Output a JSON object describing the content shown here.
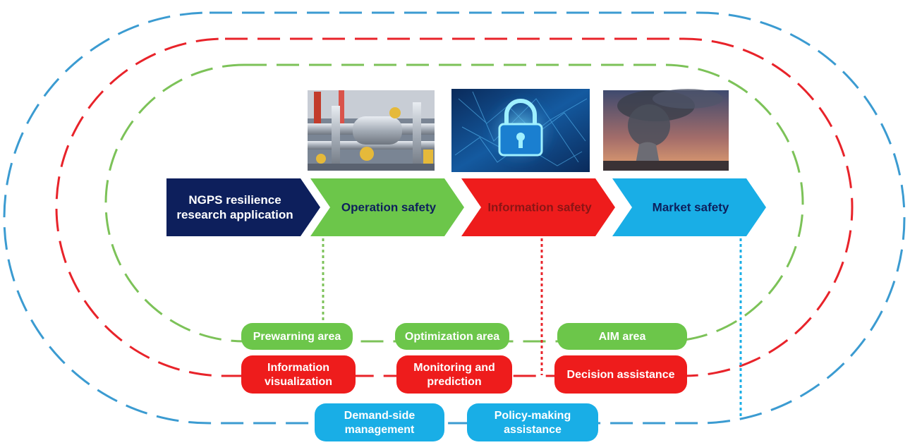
{
  "colors": {
    "navy": "#0d1f5c",
    "green": "#6cc64a",
    "red": "#ee1c1c",
    "cyan": "#19aee6",
    "loop_blue": "#3b9bd1",
    "loop_red": "#e8232a",
    "loop_green": "#7cc258",
    "white": "#ffffff",
    "info_text": "#8b1515"
  },
  "arrows": [
    {
      "name": "research-application",
      "lines": [
        "NGPS resilience",
        "research application"
      ],
      "color": "navy",
      "text_color": "white"
    },
    {
      "name": "operation-safety",
      "lines": [
        "Operation safety"
      ],
      "color": "green",
      "text_color": "navy"
    },
    {
      "name": "information-safety",
      "lines": [
        "Information safety"
      ],
      "color": "red",
      "text_color": "info_text"
    },
    {
      "name": "market-safety",
      "lines": [
        "Market safety"
      ],
      "color": "cyan",
      "text_color": "navy"
    }
  ],
  "images": [
    {
      "name": "industrial-pipes-image",
      "icon": "industrial-pipes"
    },
    {
      "name": "digital-lock-image",
      "icon": "padlock"
    },
    {
      "name": "power-plant-smoke-image",
      "icon": "cooling-tower-smoke"
    }
  ],
  "pills": {
    "green": [
      {
        "name": "prewarning-area",
        "lines": [
          "Prewarning area"
        ]
      },
      {
        "name": "optimization-area",
        "lines": [
          "Optimization area"
        ]
      },
      {
        "name": "aim-area",
        "lines": [
          "AIM area"
        ]
      }
    ],
    "red": [
      {
        "name": "information-visualization",
        "lines": [
          "Information",
          "visualization"
        ]
      },
      {
        "name": "monitoring-and-prediction",
        "lines": [
          "Monitoring and",
          "prediction"
        ]
      },
      {
        "name": "decision-assistance",
        "lines": [
          "Decision assistance"
        ]
      }
    ],
    "blue": [
      {
        "name": "demand-side-management",
        "lines": [
          "Demand-side",
          "management"
        ]
      },
      {
        "name": "policy-making-assistance",
        "lines": [
          "Policy-making",
          "assistance"
        ]
      }
    ]
  }
}
